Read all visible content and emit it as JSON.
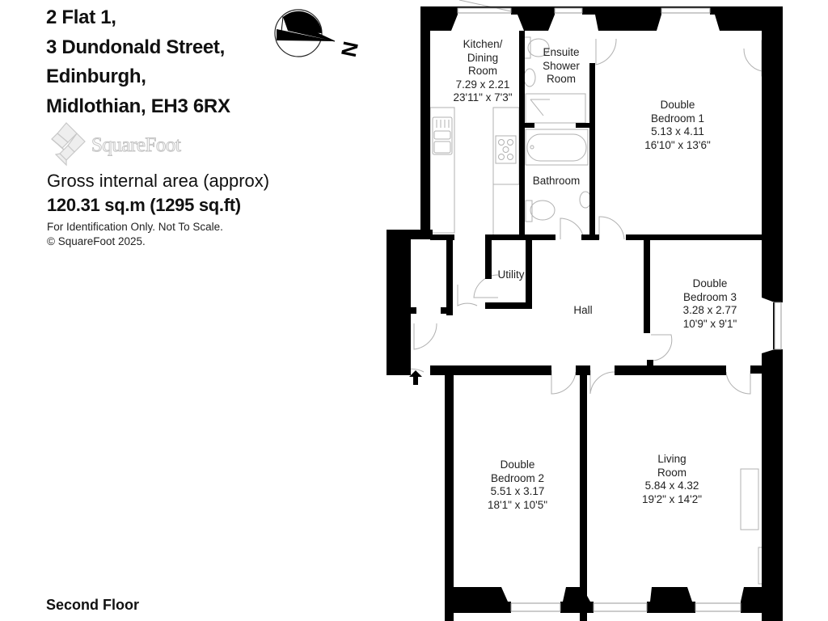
{
  "header": {
    "address_lines": [
      "2 Flat 1,",
      "3 Dundonald Street,",
      "Edinburgh,",
      "Midlothian, EH3 6RX"
    ]
  },
  "branding": {
    "logo_text": "SquareFoot",
    "logo_icon": "squarefoot-diamond-logo-icon",
    "logo_color": "#c4c4c4"
  },
  "area": {
    "label": "Gross internal area (approx)",
    "value": "120.31 sq.m (1295 sq.ft)"
  },
  "disclaimer": {
    "line1": "For Identification Only. Not To Scale.",
    "line2": "© SquareFoot 2025."
  },
  "compass": {
    "icon": "north-compass-icon",
    "label": "N"
  },
  "floor": {
    "label": "Second Floor"
  },
  "rooms": {
    "kitchen": {
      "name_lines": [
        "Kitchen/",
        "Dining",
        "Room"
      ],
      "metric": "7.29 x 2.21",
      "imperial": "23'11\" x 7'3\""
    },
    "ensuite": {
      "name_lines": [
        "Ensuite",
        "Shower",
        "Room"
      ]
    },
    "bedroom1": {
      "name_lines": [
        "Double",
        "Bedroom 1"
      ],
      "metric": "5.13 x 4.11",
      "imperial": "16'10\" x 13'6\""
    },
    "bathroom": {
      "name_lines": [
        "Bathroom"
      ]
    },
    "utility": {
      "name_lines": [
        "Utility"
      ]
    },
    "hall": {
      "name_lines": [
        "Hall"
      ]
    },
    "bedroom3": {
      "name_lines": [
        "Double",
        "Bedroom 3"
      ],
      "metric": "3.28 x 2.77",
      "imperial": "10'9\" x 9'1\""
    },
    "bedroom2": {
      "name_lines": [
        "Double",
        "Bedroom 2"
      ],
      "metric": "5.51 x 3.17",
      "imperial": "18'1\" x 10'5\""
    },
    "living": {
      "name_lines": [
        "Living",
        "Room"
      ],
      "metric": "5.84 x 4.32",
      "imperial": "19'2\" x 14'2\""
    }
  },
  "colors": {
    "wall": "#000000",
    "fixture_line": "#b0b0b0",
    "background": "#ffffff",
    "text": "#111111"
  }
}
